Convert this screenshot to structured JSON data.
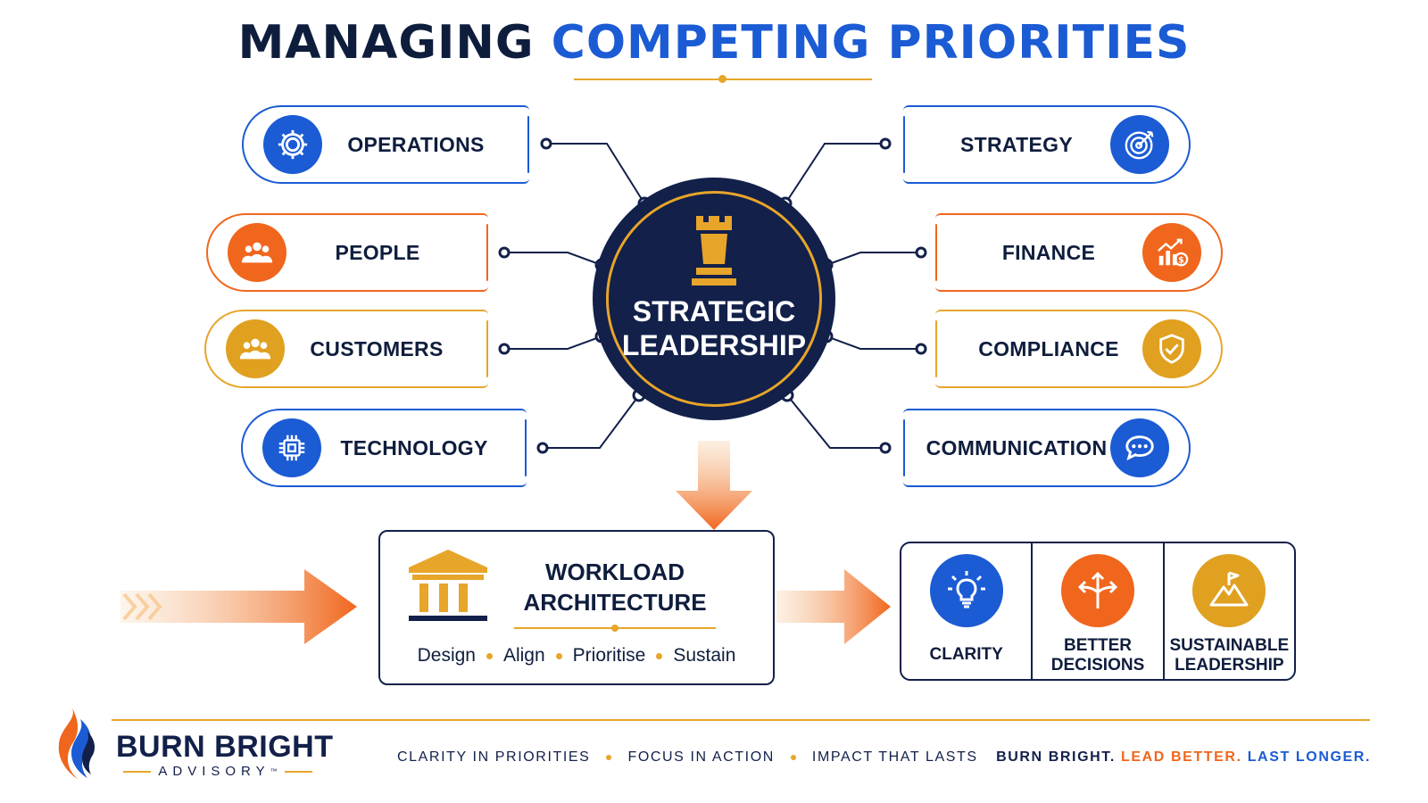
{
  "title": {
    "part1": "MANAGING",
    "part2": "COMPETING PRIORITIES"
  },
  "center": {
    "line1": "STRATEGIC",
    "line2": "LEADERSHIP",
    "icon": "rook-icon"
  },
  "priorities_left": [
    {
      "label": "OPERATIONS",
      "icon": "gear-icon",
      "color": "#1b5bd4"
    },
    {
      "label": "PEOPLE",
      "icon": "people-icon",
      "color": "#f0661d"
    },
    {
      "label": "CUSTOMERS",
      "icon": "customers-icon",
      "color": "#e0a020"
    },
    {
      "label": "TECHNOLOGY",
      "icon": "chip-icon",
      "color": "#1b5bd4"
    }
  ],
  "priorities_right": [
    {
      "label": "STRATEGY",
      "icon": "target-icon",
      "color": "#1b5bd4"
    },
    {
      "label": "FINANCE",
      "icon": "finance-chart-icon",
      "color": "#f0661d"
    },
    {
      "label": "COMPLIANCE",
      "icon": "shield-check-icon",
      "color": "#e0a020"
    },
    {
      "label": "COMMUNICATION",
      "icon": "chat-bubble-icon",
      "color": "#1b5bd4"
    }
  ],
  "workload": {
    "title_line1": "WORKLOAD",
    "title_line2": "ARCHITECTURE",
    "icon": "pillars-icon",
    "steps": [
      "Design",
      "Align",
      "Prioritise",
      "Sustain"
    ]
  },
  "outcomes": [
    {
      "line1": "CLARITY",
      "line2": "",
      "icon": "lightbulb-icon",
      "color": "#1b5bd4"
    },
    {
      "line1": "BETTER",
      "line2": "DECISIONS",
      "icon": "decision-arrows-icon",
      "color": "#f0661d"
    },
    {
      "line1": "SUSTAINABLE",
      "line2": "LEADERSHIP",
      "icon": "mountain-flag-icon",
      "color": "#e0a020"
    }
  ],
  "footer": {
    "brand": "BURN BRIGHT",
    "brand_sub": "ADVISORY",
    "tm": "™",
    "tags": [
      "CLARITY IN PRIORITIES",
      "FOCUS IN ACTION",
      "IMPACT THAT LASTS"
    ],
    "tagline": {
      "a": "BURN BRIGHT.",
      "b": "LEAD BETTER.",
      "c": "LAST LONGER."
    }
  },
  "colors": {
    "navy": "#12204a",
    "blue": "#1b5bd4",
    "orange": "#f0661d",
    "gold": "#e7a52a"
  }
}
